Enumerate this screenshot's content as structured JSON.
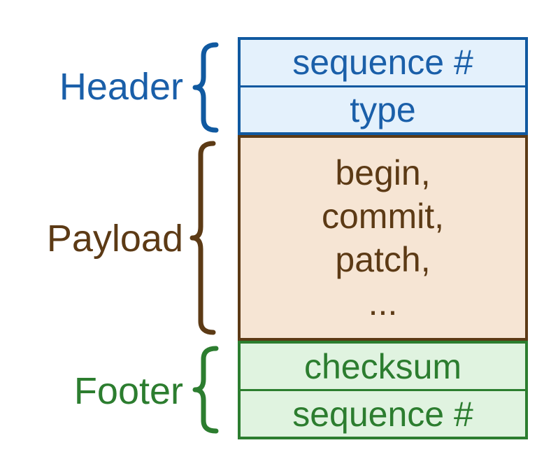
{
  "diagram": {
    "sections": [
      {
        "label": "Header",
        "text_color": "#1a5fa9",
        "border_color": "#1059a0",
        "fill_color": "#e4f1fc",
        "rows": [
          "sequence #",
          "type"
        ]
      },
      {
        "label": "Payload",
        "text_color": "#5c3a15",
        "border_color": "#5c3a15",
        "fill_color": "#f6e5d4",
        "rows": [
          "begin,",
          "commit,",
          "patch,",
          "..."
        ]
      },
      {
        "label": "Footer",
        "text_color": "#2c7d2f",
        "border_color": "#2c7d2f",
        "fill_color": "#e0f3e0",
        "rows": [
          "checksum",
          "sequence #"
        ]
      }
    ]
  }
}
